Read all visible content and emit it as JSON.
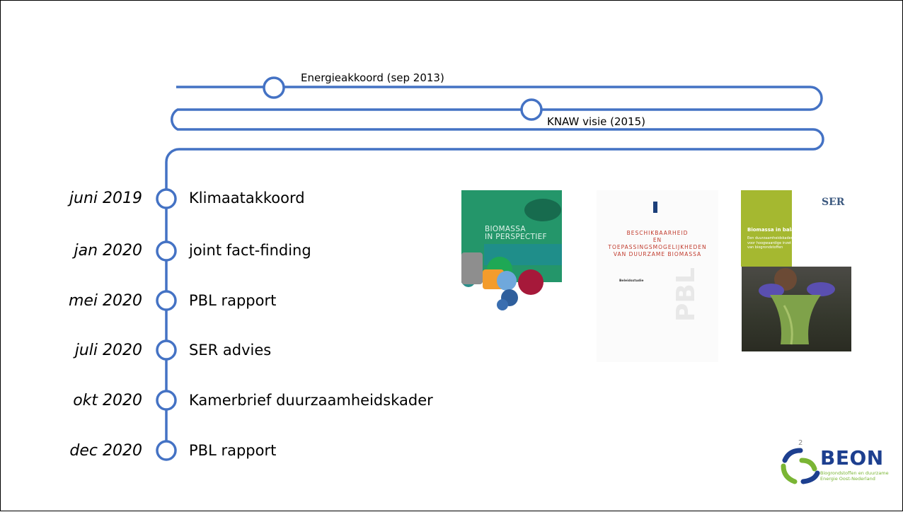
{
  "timeline_top": [
    {
      "label": "Energieakkoord (sep 2013)"
    },
    {
      "label": "KNAW visie (2015)"
    }
  ],
  "timeline": [
    {
      "date": "juni 2019",
      "event": "Klimaatakkoord"
    },
    {
      "date": "jan 2020",
      "event": "joint fact-finding"
    },
    {
      "date": "mei 2020",
      "event": "PBL rapport"
    },
    {
      "date": "juli 2020",
      "event": "SER advies"
    },
    {
      "date": "okt 2020",
      "event": "Kamerbrief duurzaamheidskader"
    },
    {
      "date": "dec 2020",
      "event": "PBL rapport"
    }
  ],
  "covers": {
    "joint_fact_finding": {
      "title_line1": "BIOMASSA",
      "title_line2": "IN PERSPECTIEF"
    },
    "pbl_rapport": {
      "title_line1": "BESCHIKBAARHEID",
      "title_line2": "EN",
      "title_line3": "TOEPASSINGSMOGELIJKHEDEN",
      "title_line4": "VAN DUURZAME BIOMASSA",
      "section": "Beleidsstudie",
      "watermark": "PBL"
    },
    "ser_advies": {
      "brand": "SER",
      "title": "Biomassa in balans",
      "subtitle_line1": "Een duurzaamheidskader",
      "subtitle_line2": "voor hoogwaardige inzet",
      "subtitle_line3": "van biogrondstoffen"
    }
  },
  "page_number": "2",
  "logo": {
    "word": "BEON",
    "sub_line1": "Biogrondstoffen en duurzame",
    "sub_line2": "Energie Oost-Nederland"
  },
  "colors": {
    "timeline_line": "#4472c4",
    "beon_blue": "#1d3f8f",
    "beon_green": "#7ab534"
  }
}
